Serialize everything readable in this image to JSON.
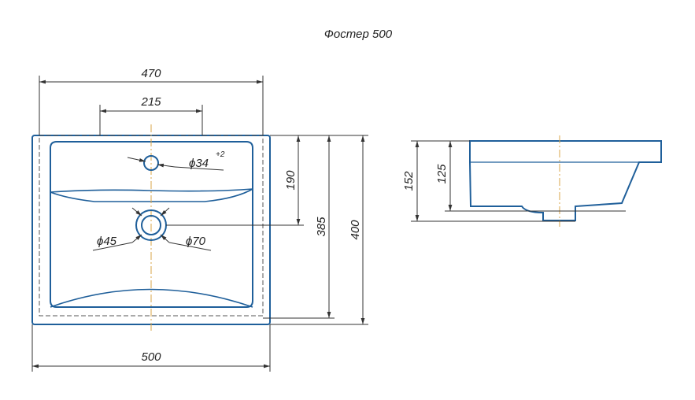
{
  "title": "Фостер 500",
  "dimensions": {
    "top_width": "470",
    "tap_spacing": "215",
    "tap_hole": "ϕ34",
    "tap_hole_tol": "+2",
    "drain_inner": "ϕ45",
    "drain_outer": "ϕ70",
    "drain_offset": "190",
    "inner_depth": "385",
    "overall_depth": "400",
    "overall_width": "500",
    "overall_height": "152",
    "bowl_height": "125"
  },
  "colors": {
    "outline": "#1f5f9a",
    "centerline": "#d9a64a",
    "dimension": "#333333"
  }
}
